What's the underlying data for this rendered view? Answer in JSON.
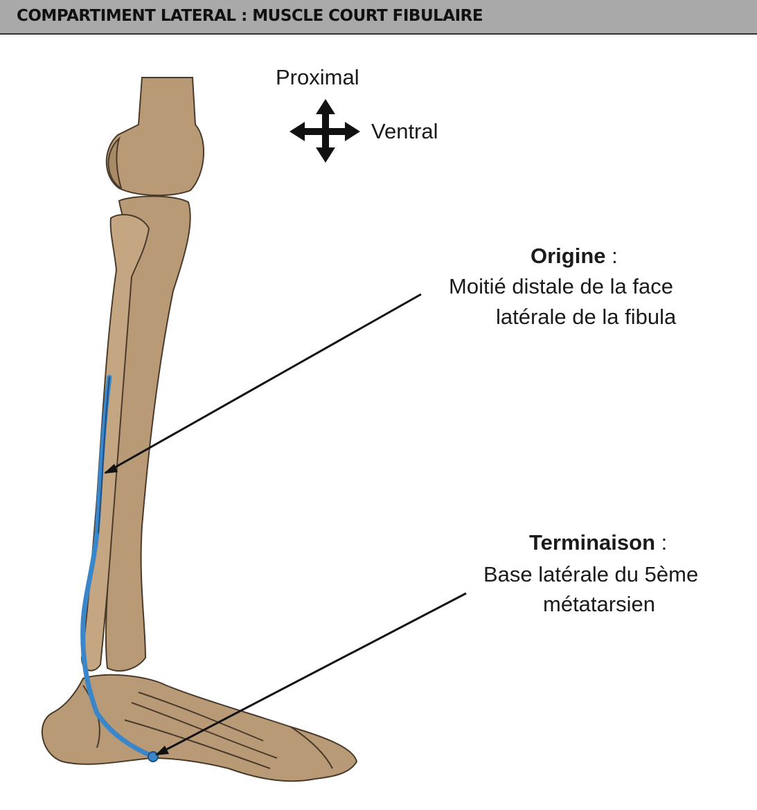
{
  "header": {
    "title": "COMPARTIMENT LATERAL : MUSCLE COURT FIBULAIRE"
  },
  "orientation": {
    "proximal_label": "Proximal",
    "ventral_label": "Ventral",
    "icon": "four-way-arrow-icon"
  },
  "origin": {
    "title": "Origine",
    "separator": " :",
    "line1": "Moitié distale de la face",
    "line2": "latérale de la fibula"
  },
  "insertion": {
    "title": "Terminaison",
    "separator": " :",
    "line1": "Base latérale du 5ème",
    "line2": "métatarsien"
  },
  "colors": {
    "bone": "#b89a76",
    "bone_outline": "#4a3a2a",
    "muscle": "#3a86c8",
    "header_bg": "#a9a9a9"
  }
}
